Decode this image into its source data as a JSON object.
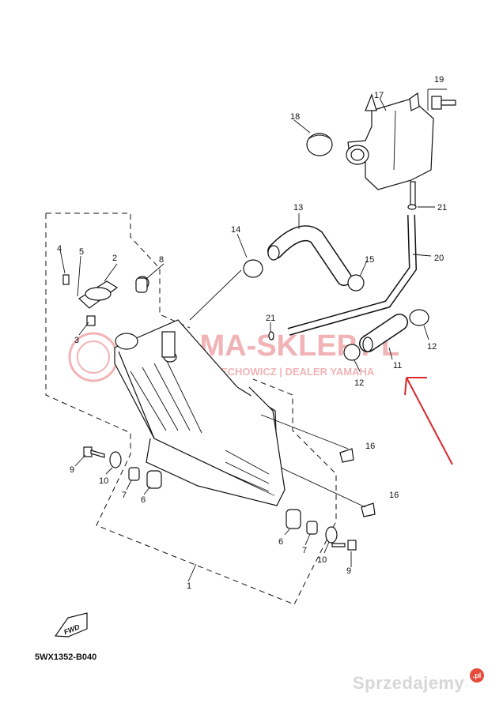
{
  "diagram_code": "5WX1352-B040",
  "direction_label": "FWD",
  "watermark": {
    "main": "AMA-SKLEP.PL",
    "sub": "WYPRZECHOWICZ | DEALER YAMAHA"
  },
  "branding": {
    "site": "Sprzedajemy",
    "suffix": ".pl"
  },
  "callouts": [
    {
      "id": "c1",
      "label": "1"
    },
    {
      "id": "c2",
      "label": "2"
    },
    {
      "id": "c3",
      "label": "3"
    },
    {
      "id": "c4",
      "label": "4"
    },
    {
      "id": "c5",
      "label": "5"
    },
    {
      "id": "c6a",
      "label": "6"
    },
    {
      "id": "c6b",
      "label": "6"
    },
    {
      "id": "c7a",
      "label": "7"
    },
    {
      "id": "c7b",
      "label": "7"
    },
    {
      "id": "c8",
      "label": "8"
    },
    {
      "id": "c9a",
      "label": "9"
    },
    {
      "id": "c9b",
      "label": "9"
    },
    {
      "id": "c10a",
      "label": "10"
    },
    {
      "id": "c10b",
      "label": "10"
    },
    {
      "id": "c11",
      "label": "11"
    },
    {
      "id": "c12a",
      "label": "12"
    },
    {
      "id": "c12b",
      "label": "12"
    },
    {
      "id": "c13",
      "label": "13"
    },
    {
      "id": "c14",
      "label": "14"
    },
    {
      "id": "c15",
      "label": "15"
    },
    {
      "id": "c16a",
      "label": "16"
    },
    {
      "id": "c16b",
      "label": "16"
    },
    {
      "id": "c17",
      "label": "17"
    },
    {
      "id": "c18",
      "label": "18"
    },
    {
      "id": "c19",
      "label": "19"
    },
    {
      "id": "c20",
      "label": "20"
    },
    {
      "id": "c21a",
      "label": "21"
    },
    {
      "id": "c21b",
      "label": "21"
    }
  ],
  "colors": {
    "line": "#111111",
    "arrow": "#d9272e",
    "watermark": "#e8a3a3"
  }
}
